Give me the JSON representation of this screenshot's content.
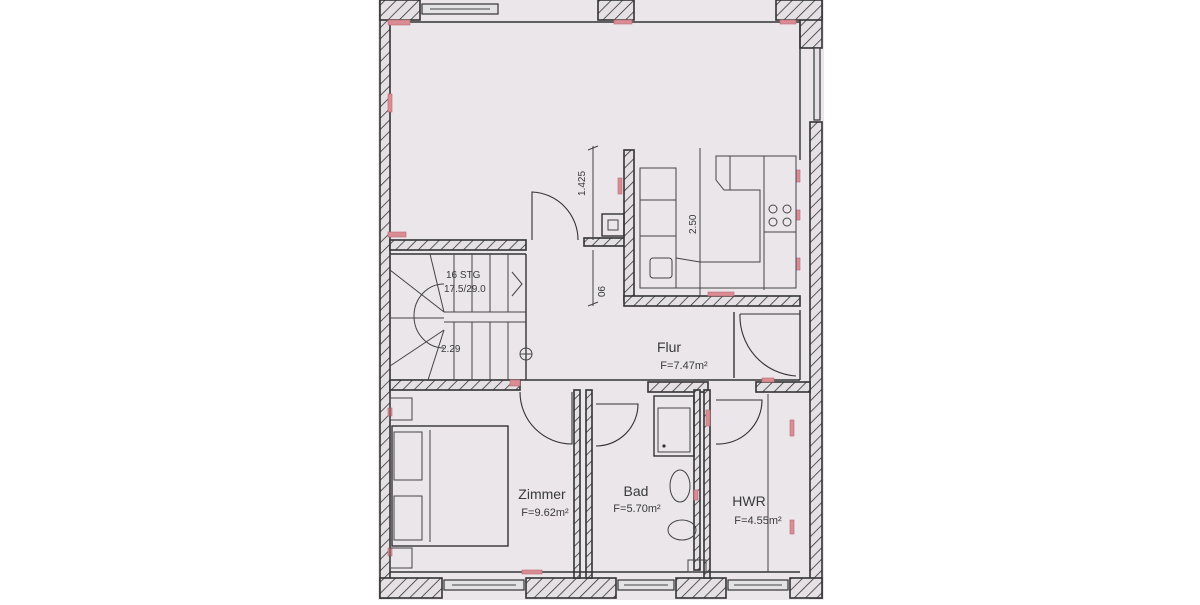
{
  "plan": {
    "rooms": [
      {
        "id": "flur",
        "name": "Flur",
        "area": "F=7.47m²"
      },
      {
        "id": "zimmer",
        "name": "Zimmer",
        "area": "F=9.62m²"
      },
      {
        "id": "bad",
        "name": "Bad",
        "area": "F=5.70m²"
      },
      {
        "id": "hwr",
        "name": "HWR",
        "area": "F=4.55m²"
      }
    ],
    "stair": {
      "steps": "16 STG",
      "ratio": "17.5/29.0",
      "width": "2.29"
    },
    "dimensions": {
      "d1": "1.425",
      "d2": "2.50",
      "d3": "90"
    }
  }
}
